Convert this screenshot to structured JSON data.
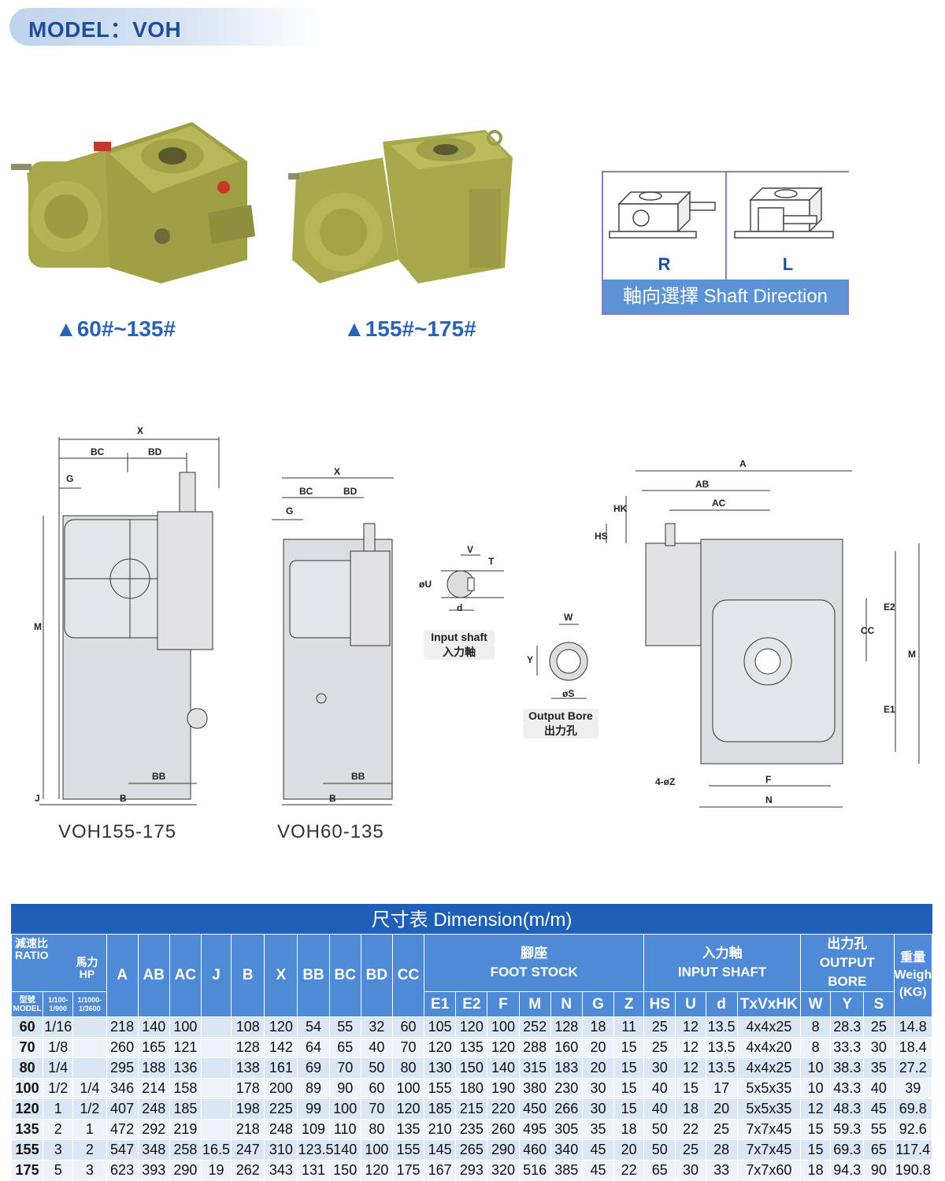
{
  "header": {
    "model_label": "MODEL：VOH"
  },
  "photos": [
    {
      "caption": "▲60#~135#"
    },
    {
      "caption": "▲155#~175#"
    }
  ],
  "shaft_direction": {
    "options": [
      "R",
      "L"
    ],
    "label": "軸向選擇  Shaft Direction"
  },
  "drawings": {
    "left_label": "VOH155-175",
    "middle_label": "VOH60-135",
    "input_shaft_note": [
      "Input shaft",
      "入力軸"
    ],
    "output_bore_note": [
      "Output Bore",
      "出力孔"
    ],
    "dim_letters": [
      "X",
      "BC",
      "BD",
      "G",
      "M",
      "J",
      "B",
      "BB",
      "V",
      "T",
      "øU",
      "d",
      "W",
      "Y",
      "øS",
      "A",
      "AB",
      "AC",
      "HK",
      "HS",
      "E2",
      "CC",
      "M",
      "E1",
      "4-øZ",
      "F",
      "N"
    ]
  },
  "table": {
    "title": "尺寸表  Dimension(m/m)",
    "hdr": {
      "ratio": "減速比\nRATIO",
      "hp": "馬力\nHP",
      "model": "型號\nMODEL",
      "r1": "1/100-\n1/900",
      "r2": "1/1000-\n1/3600",
      "foot": "腳座\nFOOT STOCK",
      "input": "入力軸\nINPUT SHAFT",
      "output": "出力孔\nOUTPUT BORE",
      "weight": "重量\nWeight\n(KG)"
    },
    "columns_main": [
      "A",
      "AB",
      "AC",
      "J",
      "B",
      "X",
      "BB",
      "BC",
      "BD",
      "CC"
    ],
    "columns_foot": [
      "E1",
      "E2",
      "F",
      "M",
      "N",
      "G",
      "Z"
    ],
    "columns_input": [
      "HS",
      "U",
      "d",
      "TxVxHK"
    ],
    "columns_output": [
      "W",
      "Y",
      "S"
    ],
    "rows": [
      [
        "60",
        "1/16",
        "",
        "218",
        "140",
        "100",
        "",
        "108",
        "120",
        "54",
        "55",
        "32",
        "60",
        "105",
        "120",
        "100",
        "252",
        "128",
        "18",
        "11",
        "25",
        "12",
        "13.5",
        "4x4x25",
        "8",
        "28.3",
        "25",
        "14.8"
      ],
      [
        "70",
        "1/8",
        "",
        "260",
        "165",
        "121",
        "",
        "128",
        "142",
        "64",
        "65",
        "40",
        "70",
        "120",
        "135",
        "120",
        "288",
        "160",
        "20",
        "15",
        "25",
        "12",
        "13.5",
        "4x4x20",
        "8",
        "33.3",
        "30",
        "18.4"
      ],
      [
        "80",
        "1/4",
        "",
        "295",
        "188",
        "136",
        "",
        "138",
        "161",
        "69",
        "70",
        "50",
        "80",
        "130",
        "150",
        "140",
        "315",
        "183",
        "20",
        "15",
        "30",
        "12",
        "13.5",
        "4x4x25",
        "10",
        "38.3",
        "35",
        "27.2"
      ],
      [
        "100",
        "1/2",
        "1/4",
        "346",
        "214",
        "158",
        "",
        "178",
        "200",
        "89",
        "90",
        "60",
        "100",
        "155",
        "180",
        "190",
        "380",
        "230",
        "30",
        "15",
        "40",
        "15",
        "17",
        "5x5x35",
        "10",
        "43.3",
        "40",
        "39"
      ],
      [
        "120",
        "1",
        "1/2",
        "407",
        "248",
        "185",
        "",
        "198",
        "225",
        "99",
        "100",
        "70",
        "120",
        "185",
        "215",
        "220",
        "450",
        "266",
        "30",
        "15",
        "40",
        "18",
        "20",
        "5x5x35",
        "12",
        "48.3",
        "45",
        "69.8"
      ],
      [
        "135",
        "2",
        "1",
        "472",
        "292",
        "219",
        "",
        "218",
        "248",
        "109",
        "110",
        "80",
        "135",
        "210",
        "235",
        "260",
        "495",
        "305",
        "35",
        "18",
        "50",
        "22",
        "25",
        "7x7x45",
        "15",
        "59.3",
        "55",
        "92.6"
      ],
      [
        "155",
        "3",
        "2",
        "547",
        "348",
        "258",
        "16.5",
        "247",
        "310",
        "123.5",
        "140",
        "100",
        "155",
        "145",
        "265",
        "290",
        "460",
        "340",
        "45",
        "20",
        "50",
        "25",
        "28",
        "7x7x45",
        "15",
        "69.3",
        "65",
        "117.4"
      ],
      [
        "175",
        "5",
        "3",
        "623",
        "393",
        "290",
        "19",
        "262",
        "343",
        "131",
        "150",
        "120",
        "175",
        "167",
        "293",
        "320",
        "516",
        "385",
        "45",
        "22",
        "65",
        "30",
        "33",
        "7x7x60",
        "18",
        "94.3",
        "90",
        "190.8"
      ]
    ]
  }
}
